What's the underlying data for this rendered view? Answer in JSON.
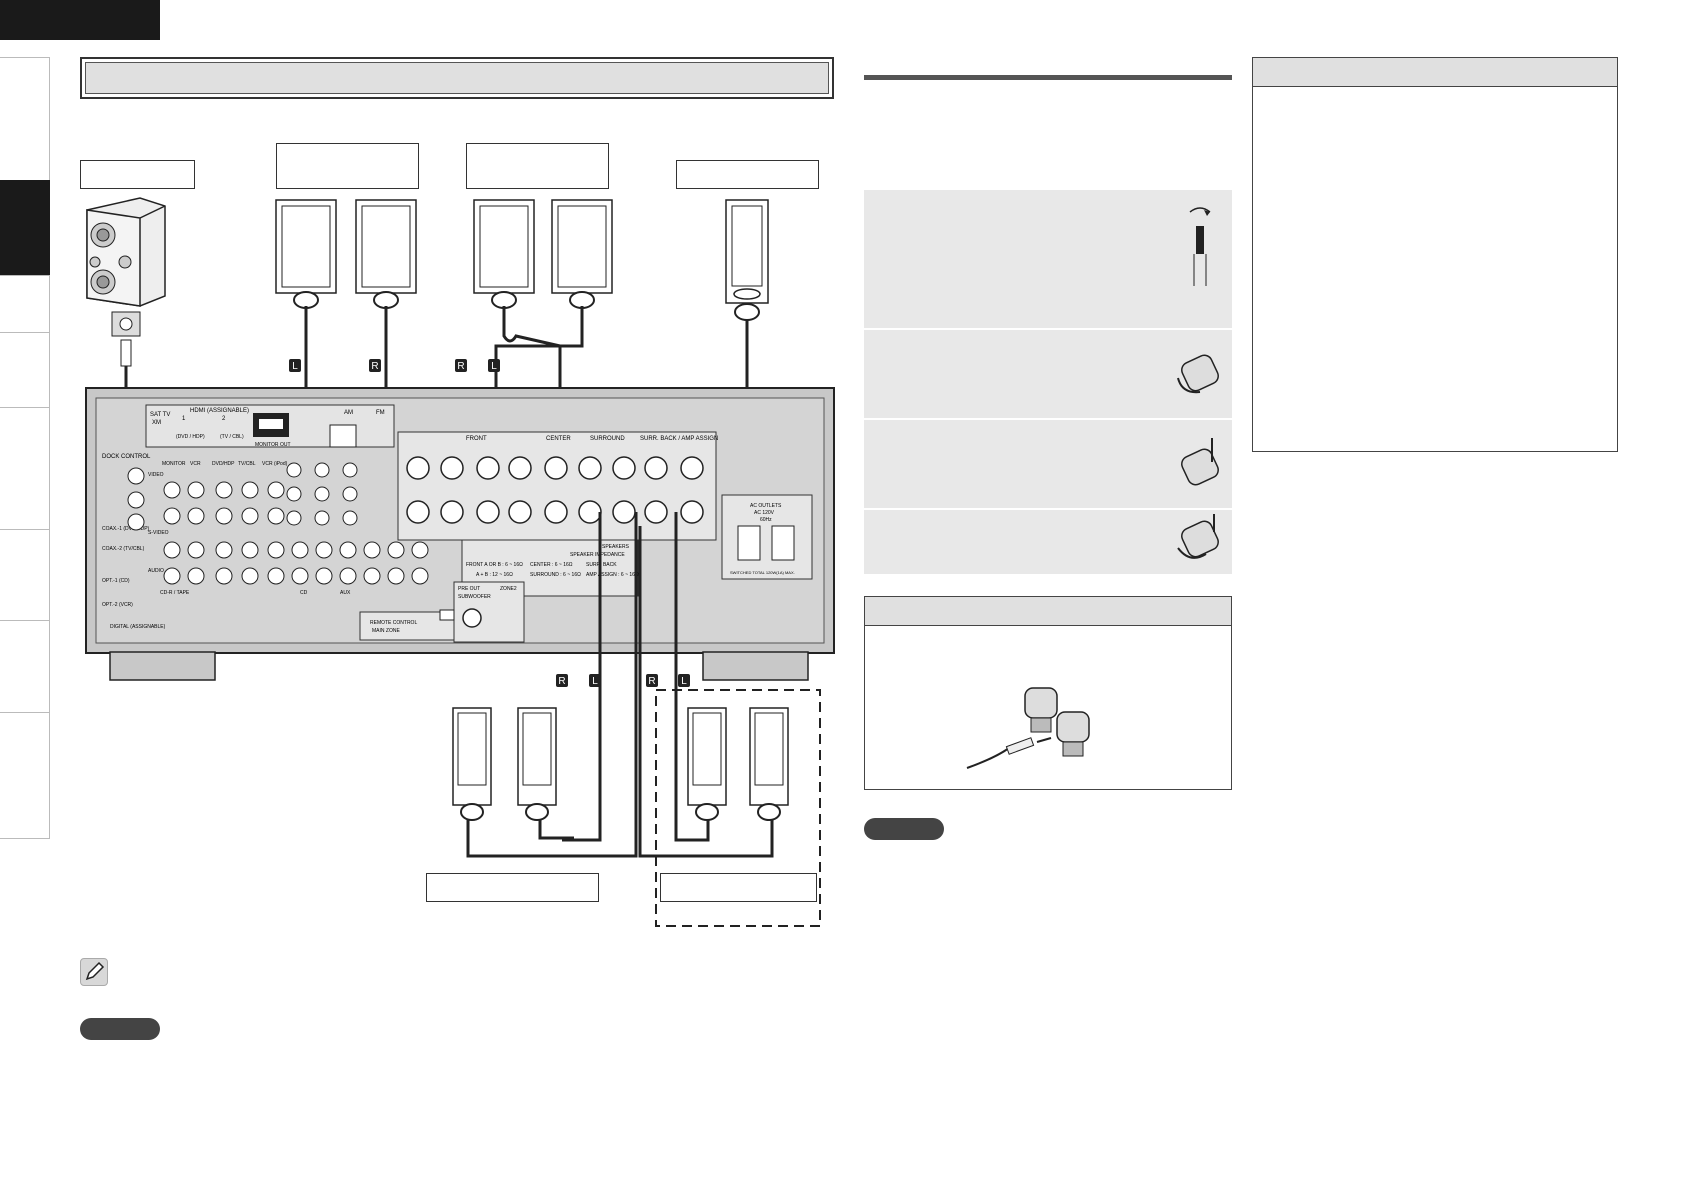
{
  "page": {
    "title": "",
    "connector_labels": {
      "front_left_top": "L",
      "front_right_top": "R",
      "front_b_right": "R",
      "front_b_left": "L",
      "surround_right": "R",
      "surround_left": "L",
      "back_right": "R",
      "back_left": "L"
    },
    "receiver_panel": {
      "sat_tv": "SAT TV",
      "xm": "XM",
      "hdmi": "HDMI (ASSIGNABLE)",
      "hdmi_1": "1",
      "hdmi_2": "2",
      "hdmi_dvd": "(DVD / HDP)",
      "hdmi_tvcbl": "(TV / CBL)",
      "monitor": "MONITOR",
      "out": "OUT",
      "am": "AM",
      "fm": "FM",
      "dock_control": "DOCK CONTROL",
      "coax_1": "COAX.-1 (DVD/HDP)",
      "coax_2": "COAX.-2 (TV/CBL)",
      "opt_1": "OPT.-1 (CD)",
      "opt_2": "OPT.-2 (VCR)",
      "digital_assignable": "DIGITAL (ASSIGNABLE)",
      "video": "VIDEO",
      "s_video": "S-VIDEO",
      "audio": "AUDIO",
      "monitor_in": "MONITOR",
      "vcr": "VCR",
      "dvd_hdp": "DVD/HDP",
      "tv_cbl": "TV/CBL",
      "vcr_ipod": "VCR (iPod)",
      "cd_r_tape": "CD-R / TAPE",
      "cd": "CD",
      "aux": "AUX",
      "front": "FRONT",
      "center": "CENTER",
      "surround": "SURROUND",
      "surr_back_amp_assign": "SURR. BACK / AMP ASSIGN",
      "speakers": "SPEAKERS",
      "speaker_impedance": "SPEAKER IMPEDANCE",
      "impedance_front": "FRONT A OR B : 6 ~ 16Ω",
      "impedance_front_ab": "A + B : 12 ~ 16Ω",
      "impedance_center": "CENTER : 6 ~ 16Ω",
      "impedance_surround": "SURROUND : 6 ~ 16Ω",
      "impedance_surr_back": "SURR. BACK",
      "impedance_amp_assign": "AMP ASSIGN : 6 ~ 16Ω",
      "pre_out": "PRE OUT",
      "subwoofer": "SUBWOOFER",
      "zone2": "ZONE2",
      "remote_control": "REMOTE CONTROL",
      "main_zone": "MAIN ZONE",
      "ac_outlets": "AC OUTLETS",
      "ac_voltage": "AC 120V",
      "ac_hz": "60Hz",
      "switched": "SWITCHED TOTAL 120W(1A) MAX."
    }
  },
  "right_panel": {
    "title": ""
  },
  "note_panel": {
    "title": ""
  },
  "colors": {
    "dark": "#1a1a1a",
    "panel_gray": "#e0e0e0",
    "receiver_body": "#c8c8c8",
    "step_bg": "#e8e8e8"
  }
}
